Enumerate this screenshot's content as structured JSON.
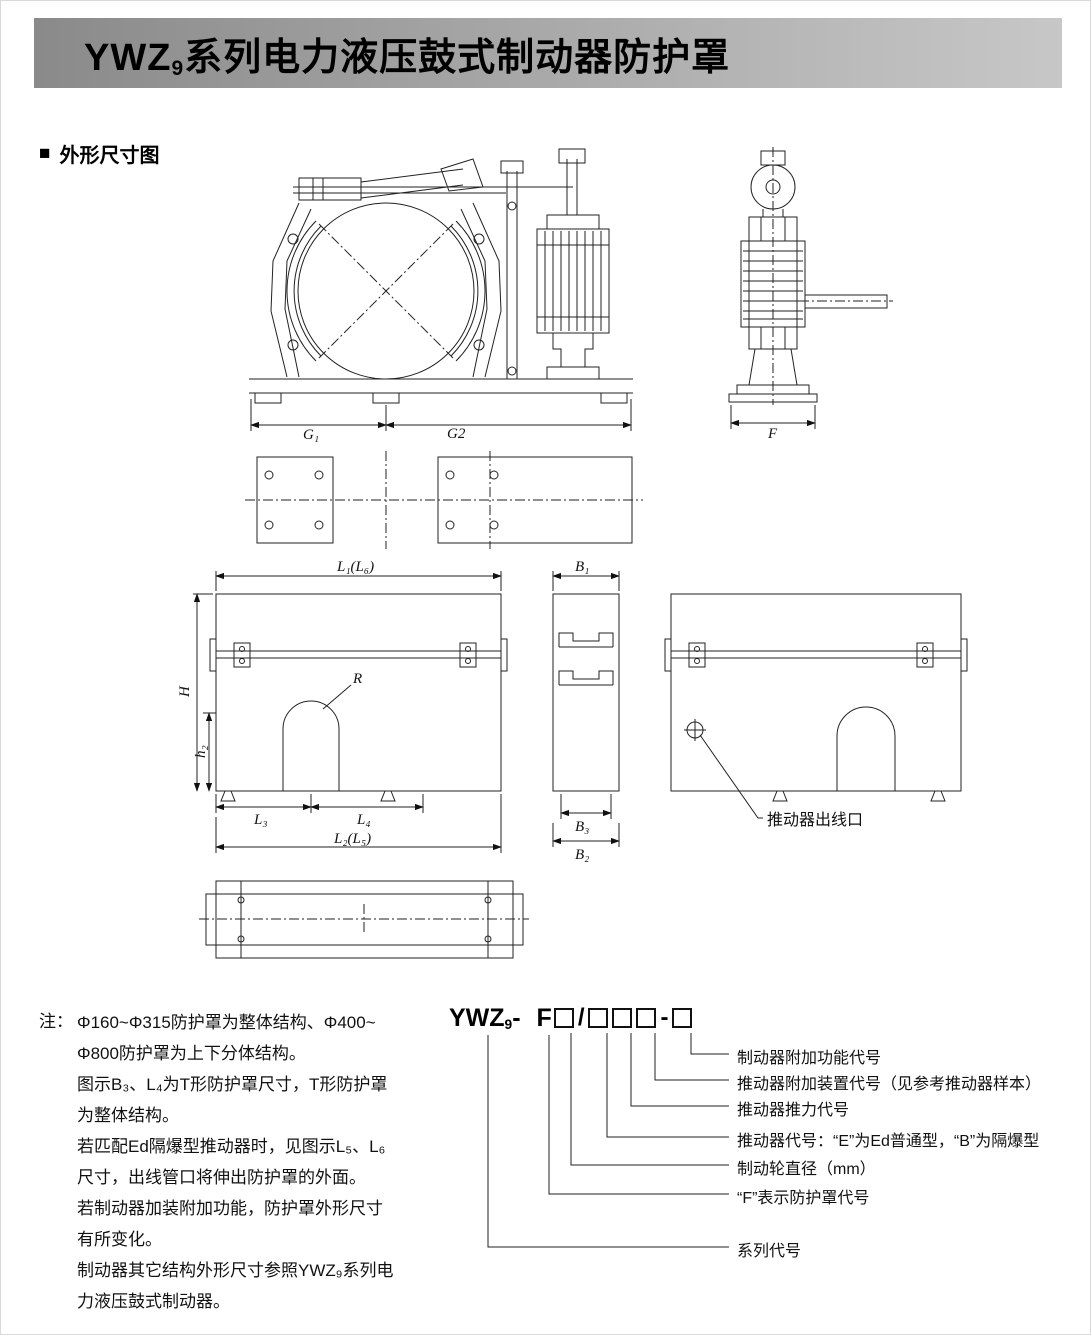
{
  "header": {
    "title_prefix": "YWZ",
    "title_sub": "9",
    "title_rest": "系列电力液压鼓式制动器防护罩",
    "section_marker": "■",
    "section_heading": "外形尺寸图"
  },
  "dims": {
    "g1": "G₁",
    "g2": "G2",
    "f": "F",
    "l1_l6": "L₁(L₆)",
    "b1": "B₁",
    "h": "H",
    "h2": "h₂",
    "r": "R",
    "l3": "L₃",
    "l4": "L₄",
    "l2_l5": "L₂(L₅)",
    "b3": "B₃",
    "b2": "B₂",
    "outlet_label": "推动器出线口"
  },
  "notes": {
    "label": "注：",
    "lines": [
      "Φ160~Φ315防护罩为整体结构、Φ400~",
      "Φ800防护罩为上下分体结构。",
      "图示B₃、L₄为T形防护罩尺寸，T形防护罩",
      "为整体结构。",
      "若匹配Ed隔爆型推动器时，见图示L₅、L₆",
      "尺寸，出线管口将伸出防护罩的外面。",
      "若制动器加装附加功能，防护罩外形尺寸",
      "有所变化。",
      "制动器其它结构外形尺寸参照YWZ₉系列电",
      "力液压鼓式制动器。"
    ]
  },
  "model_code": {
    "prefix": "YWZ",
    "sub": "9",
    "dash": "-",
    "f_label": "F",
    "slash": "/",
    "dash2": "-",
    "labels": [
      "制动器附加功能代号",
      "推动器附加装置代号（见参考推动器样本）",
      "推动器推力代号",
      "推动器代号：“E”为Ed普通型，“B”为隔爆型",
      "制动轮直径（mm）",
      "“F”表示防护罩代号",
      "系列代号"
    ]
  }
}
